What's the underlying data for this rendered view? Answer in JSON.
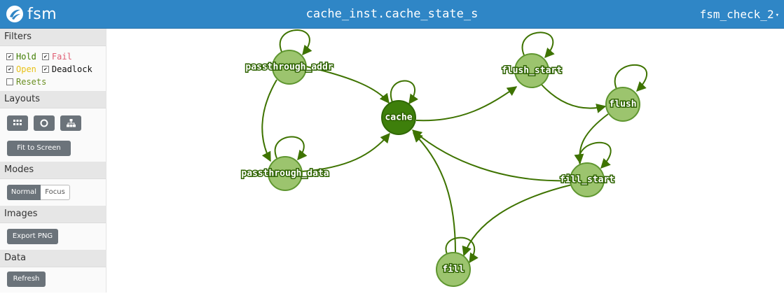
{
  "header": {
    "logo_text": "fsm",
    "title": "cache_inst.cache_state_s",
    "selector_label": "fsm_check_2",
    "bg_color": "#2f86c6"
  },
  "sidebar": {
    "filters": {
      "heading": "Filters",
      "items": [
        {
          "label": "Hold",
          "checked": true,
          "color": "#3f7d00"
        },
        {
          "label": "Fail",
          "checked": true,
          "color": "#e05d73"
        },
        {
          "label": "Open",
          "checked": true,
          "color": "#e8c21a"
        },
        {
          "label": "Deadlock",
          "checked": true,
          "color": "#111111"
        },
        {
          "label": "Resets",
          "checked": false,
          "color": "#6a8f21"
        }
      ]
    },
    "layouts": {
      "heading": "Layouts",
      "icons": [
        "grid-icon",
        "circle-icon",
        "hierarchy-icon"
      ],
      "fit_label": "Fit to Screen"
    },
    "modes": {
      "heading": "Modes",
      "normal_label": "Normal",
      "focus_label": "Focus",
      "selected": "Normal"
    },
    "images": {
      "heading": "Images",
      "export_label": "Export PNG"
    },
    "data": {
      "heading": "Data",
      "refresh_label": "Refresh"
    }
  },
  "graph": {
    "node_color": "#9cc46e",
    "active_node_color": "#3e7f0b",
    "edge_color": "#3e7300",
    "states": [
      "passthrough_addr",
      "passthrough_data",
      "cache",
      "flush_start",
      "flush",
      "fill_start",
      "fill"
    ],
    "active_state": "cache",
    "transitions": [
      [
        "passthrough_addr",
        "passthrough_addr"
      ],
      [
        "passthrough_addr",
        "passthrough_data"
      ],
      [
        "passthrough_addr",
        "cache"
      ],
      [
        "passthrough_data",
        "passthrough_data"
      ],
      [
        "passthrough_data",
        "cache"
      ],
      [
        "cache",
        "cache"
      ],
      [
        "cache",
        "flush_start"
      ],
      [
        "flush_start",
        "flush_start"
      ],
      [
        "flush_start",
        "flush"
      ],
      [
        "flush",
        "flush"
      ],
      [
        "flush",
        "fill_start"
      ],
      [
        "fill_start",
        "fill_start"
      ],
      [
        "fill_start",
        "cache"
      ],
      [
        "fill_start",
        "fill"
      ],
      [
        "fill",
        "fill"
      ],
      [
        "fill",
        "cache"
      ]
    ]
  }
}
